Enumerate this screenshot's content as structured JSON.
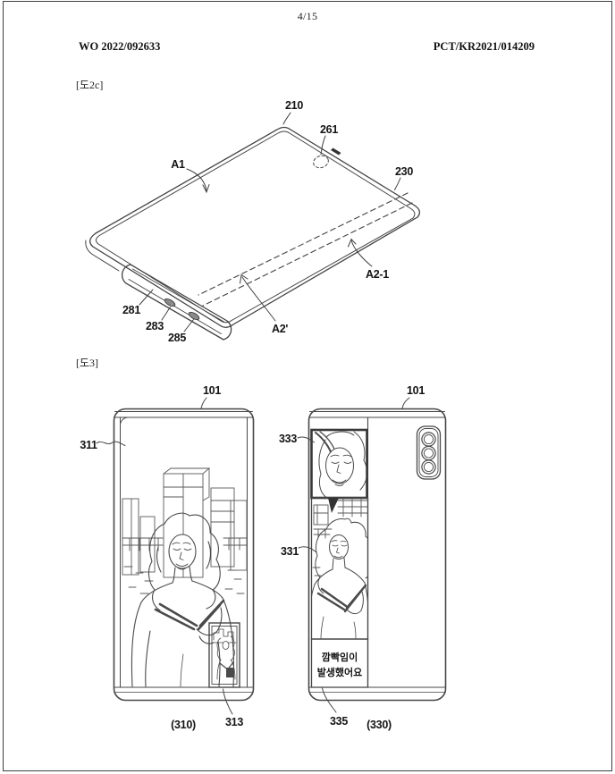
{
  "header": {
    "page_indicator": "4/15",
    "publication_number": "WO 2022/092633",
    "application_number": "PCT/KR2021/014209"
  },
  "figure_2c": {
    "tag": "[도2c]",
    "ref_labels": {
      "r210": "210",
      "r261": "261",
      "rA1": "A1",
      "r230": "230",
      "rA2_1": "A2-1",
      "rA2p": "A2'",
      "r281": "281",
      "r283": "283",
      "r285": "285"
    }
  },
  "figure_3": {
    "tag": "[도3]",
    "left_phone": {
      "r101": "101",
      "r311": "311",
      "r313": "313",
      "caption": "(310)"
    },
    "right_phone": {
      "r101": "101",
      "r333": "333",
      "r331": "331",
      "r335": "335",
      "caption": "(330)",
      "notification_text": "깜빡임이 발생했어요",
      "notification_line1": "깜빡임이",
      "notification_line2": "발생했어요"
    }
  }
}
